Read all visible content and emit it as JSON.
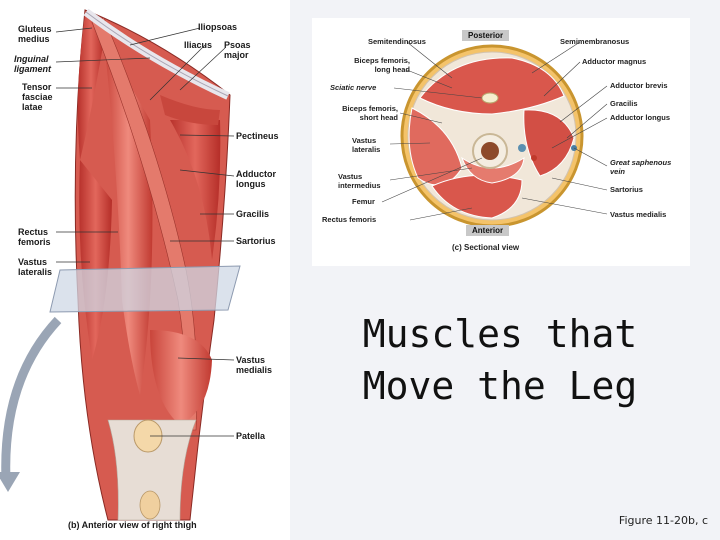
{
  "thigh": {
    "labels": {
      "gluteus_medius": "Gluteus\nmedius",
      "inguinal_ligament": "Inguinal\nligament",
      "tensor_fasciae_latae": "Tensor\nfasciae\nlatae",
      "rectus_femoris": "Rectus\nfemoris",
      "vastus_lateralis": "Vastus\nlateralis",
      "iliopsoas": "Iliopsoas",
      "iliacus": "Iliacus",
      "psoas_major": "Psoas\nmajor",
      "pectineus": "Pectineus",
      "adductor_longus": "Adductor\nlongus",
      "gracilis": "Gracilis",
      "sartorius": "Sartorius",
      "vastus_medialis": "Vastus\nmedialis",
      "patella": "Patella"
    },
    "caption": "(b) Anterior view of right thigh"
  },
  "section": {
    "posterior_tag": "Posterior",
    "anterior_tag": "Anterior",
    "caption": "(c) Sectional view",
    "labels": {
      "semitendinosus": "Semitendinosus",
      "semimembranosus": "Semimembranosus",
      "biceps_long": "Biceps femoris,\nlong head",
      "adductor_magnus": "Adductor magnus",
      "sciatic_nerve": "Sciatic nerve",
      "adductor_brevis": "Adductor brevis",
      "biceps_short": "Biceps femoris,\nshort head",
      "gracilis": "Gracilis",
      "adductor_longus": "Adductor longus",
      "vastus_lateralis": "Vastus\nlateralis",
      "great_saphenous": "Great saphenous\nvein",
      "vastus_intermedius": "Vastus\nintermedius",
      "sartorius": "Sartorius",
      "femur": "Femur",
      "vastus_medialis": "Vastus medialis",
      "rectus_femoris": "Rectus femoris"
    }
  },
  "title": "Muscles that\nMove the Leg",
  "figure_ref": "Figure 11-20b, c"
}
